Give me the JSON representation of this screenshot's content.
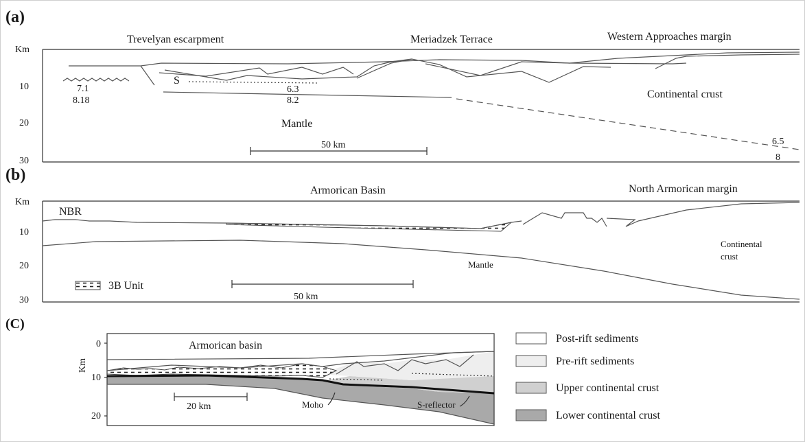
{
  "panels": {
    "a": {
      "label": "(a)",
      "axis_unit": "Km",
      "depth_ticks": [
        "10",
        "20",
        "30"
      ],
      "titles": {
        "left": "Trevelyan escarpment",
        "middle": "Meriadzek Terrace",
        "right": "Western Approaches margin"
      },
      "labels": {
        "s": "S",
        "vel_left_top": "7.1",
        "vel_left_bottom": "8.18",
        "vel_mid_top": "6.3",
        "vel_mid_bottom": "8.2",
        "mantle": "Mantle",
        "continental_crust": "Continental crust",
        "vel_right_top": "6.5",
        "vel_right_bottom": "8"
      },
      "scale_bar": "50 km"
    },
    "b": {
      "label": "(b)",
      "axis_unit": "Km",
      "depth_ticks": [
        "10",
        "20",
        "30"
      ],
      "titles": {
        "middle": "Armorican Basin",
        "right": "North Armorican margin"
      },
      "labels": {
        "nbr": "NBR",
        "mantle": "Mantle",
        "continental_line1": "Continental",
        "continental_line2": "crust"
      },
      "legend_unit": "3B Unit",
      "scale_bar": "50 km"
    },
    "c": {
      "label": "(C)",
      "axis_unit": "Km",
      "depth_ticks": [
        "0",
        "10",
        "20"
      ],
      "title": "Armorican basin",
      "labels": {
        "moho": "Moho",
        "s_reflector": "S-reflector"
      },
      "scale_bar": "20 km"
    }
  },
  "legend": [
    {
      "label": "Post-rift sediments",
      "color": "#ffffff"
    },
    {
      "label": "Pre-rift sediments",
      "color": "#eeeeee"
    },
    {
      "label": "Upper continental crust",
      "color": "#d0d0d0"
    },
    {
      "label": "Lower continental crust",
      "color": "#a9a9a9"
    }
  ]
}
